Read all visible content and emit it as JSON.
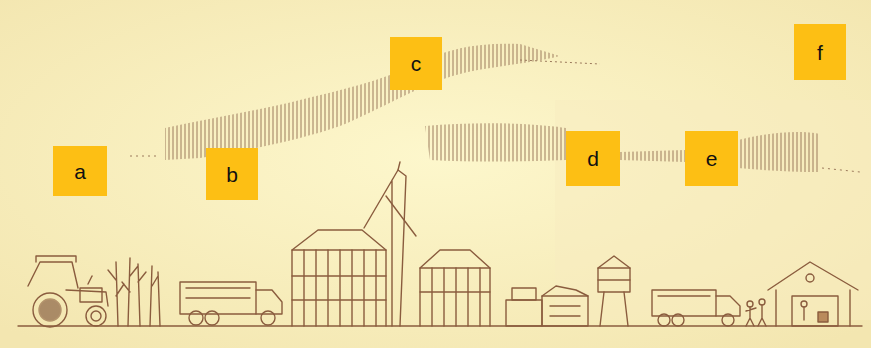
{
  "diagram": {
    "nodes": [
      {
        "text": [
          "a"
        ]
      },
      {
        "text": [
          "b"
        ]
      },
      {
        "text": [
          "c"
        ]
      },
      {
        "text": [
          "d"
        ]
      },
      {
        "text": [
          "e"
        ]
      },
      {
        "text": [
          "f"
        ]
      }
    ]
  }
}
